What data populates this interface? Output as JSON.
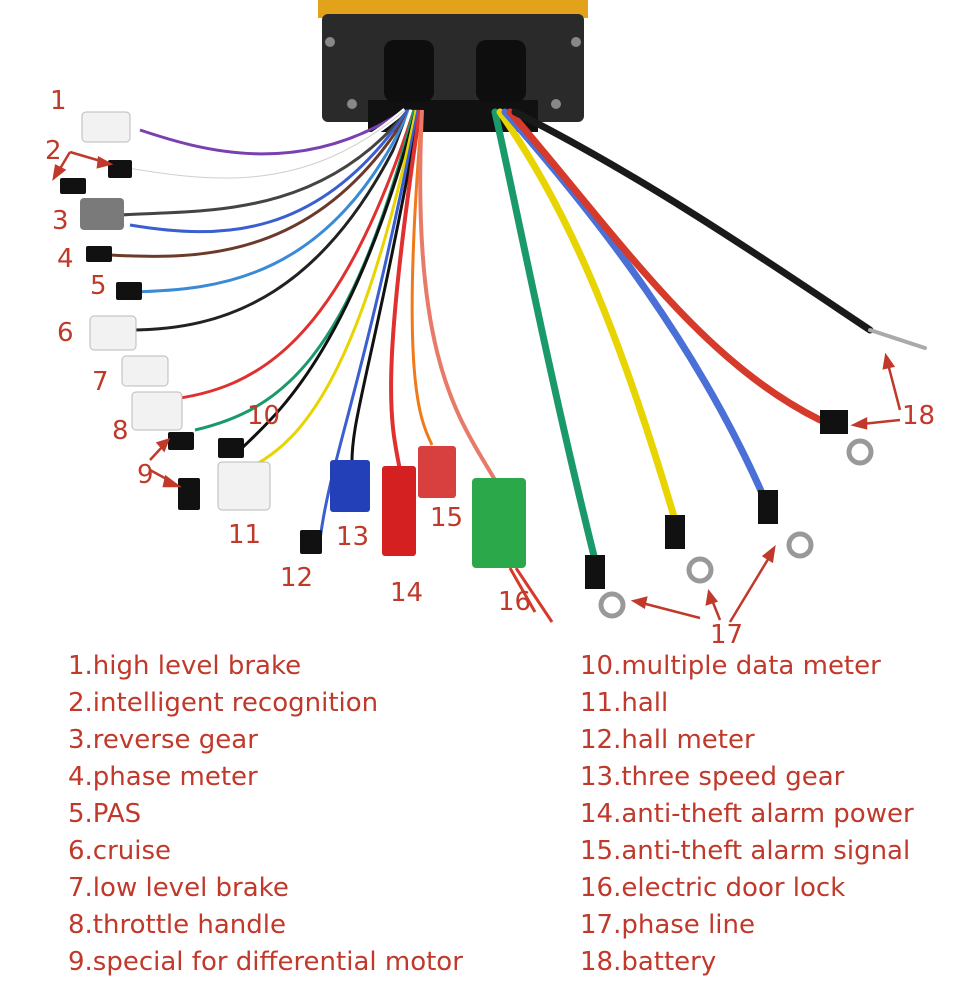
{
  "colors": {
    "label_red": "#c0392b",
    "controller_gold": "#e2a21a",
    "wire_yellow": "#e8d400",
    "wire_green": "#1a9a6a",
    "wire_blue": "#4a6fd6",
    "wire_red": "#d63a2a",
    "wire_black": "#1a1a1a"
  },
  "callouts": [
    "1",
    "2",
    "3",
    "4",
    "5",
    "6",
    "7",
    "8",
    "9",
    "10",
    "11",
    "12",
    "13",
    "14",
    "15",
    "16",
    "17",
    "18"
  ],
  "legend_left": [
    "1.high level brake",
    "2.intelligent recognition",
    "3.reverse gear",
    "4.phase meter",
    "5.PAS",
    "6.cruise",
    "7.low level brake",
    "8.throttle handle",
    "9.special for differential motor"
  ],
  "legend_right": [
    "10.multiple data meter",
    "11.hall",
    "12.hall meter",
    "13.three speed gear",
    "14.anti-theft alarm power",
    "15.anti-theft alarm signal",
    "16.electric door lock",
    "17.phase line",
    "18.battery"
  ]
}
